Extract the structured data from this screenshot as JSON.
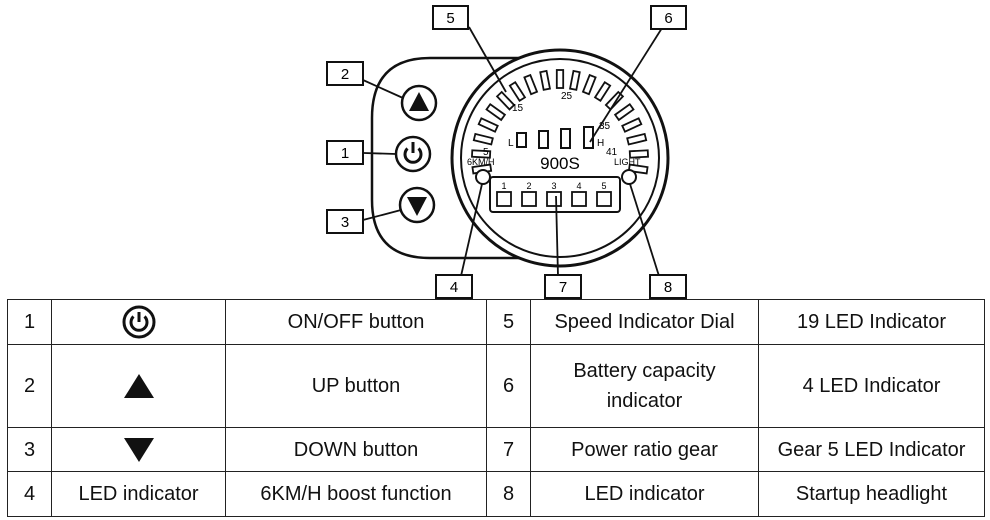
{
  "diagram": {
    "callouts": [
      "1",
      "2",
      "3",
      "4",
      "5",
      "6",
      "7",
      "8"
    ],
    "speed_marks": [
      "15",
      "25",
      "35",
      "41",
      "5"
    ],
    "battery_low_label": "L",
    "battery_high_label": "H",
    "boost_label": "6KM/H",
    "light_label": "LIGHT",
    "model": "900S",
    "gear_numbers": [
      "1",
      "2",
      "3",
      "4",
      "5"
    ]
  },
  "table": {
    "rows": [
      {
        "num": "1",
        "symbol": "power-icon",
        "name": "ON/OFF button",
        "num2": "5",
        "name2": "Speed Indicator Dial",
        "desc2": "19 LED Indicator"
      },
      {
        "num": "2",
        "symbol": "triangle-up-icon",
        "name": "UP button",
        "num2": "6",
        "name2": "Battery capacity indicator",
        "desc2": "4 LED Indicator"
      },
      {
        "num": "3",
        "symbol": "triangle-down-icon",
        "name": "DOWN button",
        "num2": "7",
        "name2": "Power ratio gear",
        "desc2": "Gear 5 LED Indicator"
      },
      {
        "num": "4",
        "symbol_text": "LED indicator",
        "name": "6KM/H boost function",
        "num2": "8",
        "name2": "LED indicator",
        "desc2": "Startup headlight"
      }
    ]
  }
}
